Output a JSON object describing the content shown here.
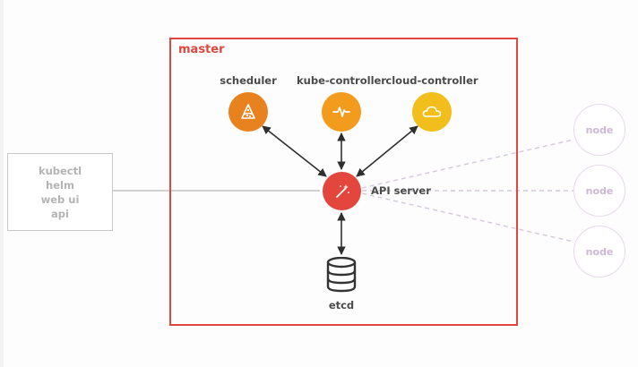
{
  "master": {
    "label": "master",
    "color": "#e0473d"
  },
  "components": {
    "scheduler": {
      "label": "scheduler",
      "color": "#e8821f",
      "icon": "pizza-slice-icon"
    },
    "kube_controller": {
      "label": "kube-controller",
      "color": "#f29b1d",
      "icon": "pulse-icon"
    },
    "cloud_controller": {
      "label": "cloud-controller",
      "color": "#f2be1b",
      "icon": "cloud-icon"
    },
    "api_server": {
      "label": "API server",
      "color": "#e2463d",
      "icon": "magic-wand-icon"
    },
    "etcd": {
      "label": "etcd",
      "icon": "database-icon"
    }
  },
  "clients": {
    "items": [
      "kubectl",
      "helm",
      "web ui",
      "api"
    ]
  },
  "nodes": [
    {
      "label": "node"
    },
    {
      "label": "node"
    },
    {
      "label": "node"
    }
  ]
}
